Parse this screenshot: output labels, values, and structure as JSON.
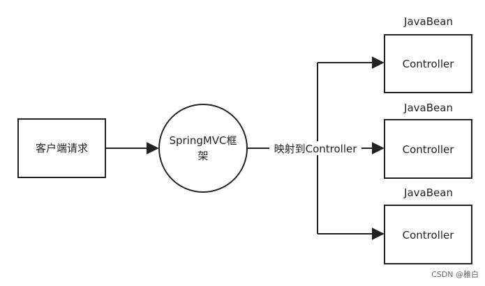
{
  "diagram": {
    "client_request_label": "客户端请求",
    "framework_label_line1": "SpringMVC框",
    "framework_label_line2": "架",
    "mapping_label": "映射到Controller",
    "controllers": [
      {
        "bean_label": "JavaBean",
        "box_label": "Controller"
      },
      {
        "bean_label": "JavaBean",
        "box_label": "Controller"
      },
      {
        "bean_label": "JavaBean",
        "box_label": "Controller"
      }
    ],
    "watermark": "CSDN @稚白"
  }
}
